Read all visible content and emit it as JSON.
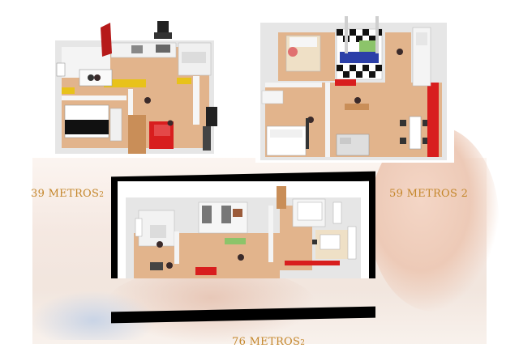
{
  "plans": [
    {
      "caption": "39 METROS",
      "caption_suffix": "2"
    },
    {
      "caption": "59 METROS 2",
      "caption_suffix": ""
    },
    {
      "caption": "76 METROS",
      "caption_suffix": "2"
    }
  ],
  "colors": {
    "caption": "#c4862a",
    "floor_wood": "#e2b48c",
    "wall": "#e8e8e8",
    "accent_red": "#d81e1e",
    "accent_yellow": "#e8c21a",
    "frame": "#000000"
  }
}
